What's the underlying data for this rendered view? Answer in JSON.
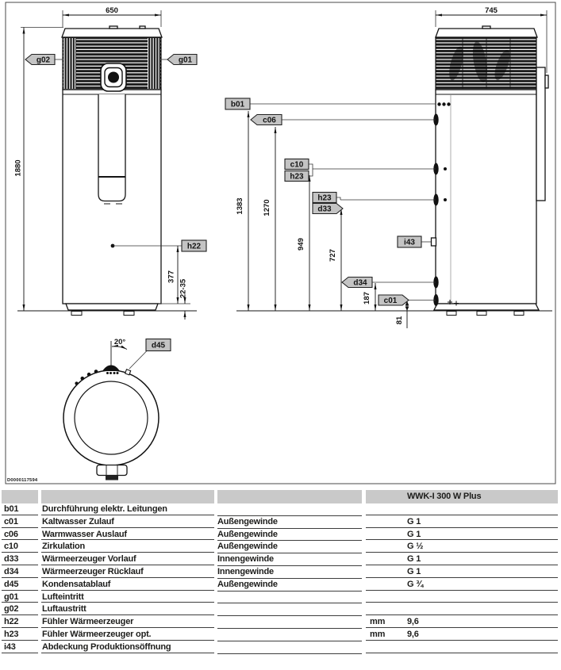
{
  "drawing": {
    "doc_number": "D0000117594",
    "front": {
      "width": "650",
      "height": "1880",
      "sensor_height": "377",
      "feet_range": "22-35"
    },
    "side": {
      "depth": "745",
      "d1": "1383",
      "d2": "1270",
      "d3": "949",
      "d4": "727",
      "d5": "187",
      "d6": "81"
    },
    "top": {
      "angle": "20°"
    },
    "callouts": {
      "b01": "b01",
      "c01": "c01",
      "c06": "c06",
      "c10": "c10",
      "d33": "d33",
      "d34": "d34",
      "d45": "d45",
      "g01": "g01",
      "g02": "g02",
      "h22": "h22",
      "h23": "h23",
      "i43": "i43"
    }
  },
  "table": {
    "product_header": "WWK-I 300 W Plus",
    "rows": [
      {
        "id": "b01",
        "desc": "Durchführung elektr. Leitungen",
        "thread": "",
        "unit": "",
        "value": ""
      },
      {
        "id": "c01",
        "desc": "Kaltwasser Zulauf",
        "thread": "Außengewinde",
        "unit": "",
        "value": "G 1"
      },
      {
        "id": "c06",
        "desc": "Warmwasser Auslauf",
        "thread": "Außengewinde",
        "unit": "",
        "value": "G 1"
      },
      {
        "id": "c10",
        "desc": "Zirkulation",
        "thread": "Außengewinde",
        "unit": "",
        "value": "G ½"
      },
      {
        "id": "d33",
        "desc": "Wärmeerzeuger Vorlauf",
        "thread": "Innengewinde",
        "unit": "",
        "value": "G 1"
      },
      {
        "id": "d34",
        "desc": "Wärmeerzeuger Rücklauf",
        "thread": "Innengewinde",
        "unit": "",
        "value": "G 1"
      },
      {
        "id": "d45",
        "desc": "Kondensatablauf",
        "thread": "Außengewinde",
        "unit": "",
        "value": "G ¾"
      },
      {
        "id": "g01",
        "desc": "Lufteintritt",
        "thread": "",
        "unit": "",
        "value": ""
      },
      {
        "id": "g02",
        "desc": "Luftaustritt",
        "thread": "",
        "unit": "",
        "value": ""
      },
      {
        "id": "h22",
        "desc": "Fühler Wärmeerzeuger",
        "thread": "",
        "unit": "mm",
        "value": "9,6"
      },
      {
        "id": "h23",
        "desc": "Fühler Wärmeerzeuger opt.",
        "thread": "",
        "unit": "mm",
        "value": "9,6"
      },
      {
        "id": "i43",
        "desc": "Abdeckung Produktionsöffnung",
        "thread": "",
        "unit": "",
        "value": ""
      }
    ]
  },
  "colors": {
    "label_bg": "#c4c4c4",
    "table_header_bg": "#c9c9c9",
    "line": "#1a1a1a"
  }
}
